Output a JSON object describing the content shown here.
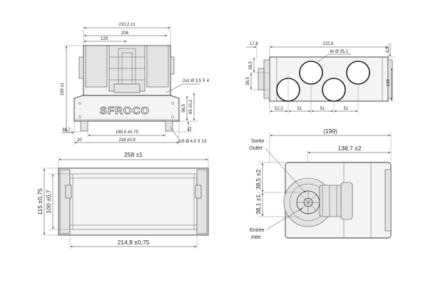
{
  "brand": "SFROCO",
  "front_view": {
    "dim_210_2": "210,2 ±1",
    "dim_206": "206",
    "dim_129": "129",
    "dim_159": "159 ±1",
    "dim_2x2": "2x2 Ø 3,5 ⊽ 4",
    "dim_56_5": "56,5",
    "dim_65": "65 ±0,2",
    "dim_38_7": "38,7",
    "dim_180_5": "180,5 ±0,75",
    "dim_11": "11",
    "dim_20": "20",
    "dim_218": "218 ±0,9",
    "dim_2x5": "2x5 Ø 4,5 ⊽ 13"
  },
  "top_right_view": {
    "dim_17_6": "17,6",
    "dim_222_8": "222,8",
    "dim_4x55": "4x Ø 55,1",
    "dim_3_5": "3,5",
    "dim_38_5_a": "38,5",
    "dim_38_5_b": "38,5",
    "dim_109": "109",
    "dim_52_3": "52,3",
    "dim_51_a": "51",
    "dim_51_b": "51",
    "dim_51_c": "51"
  },
  "bottom_left_view": {
    "dim_258": "258 ±1",
    "dim_115": "115 ±0,75",
    "dim_100": "100 ±0,7",
    "dim_214_8": "214,8 ±0,75"
  },
  "bottom_right_view": {
    "dim_199": "(199)",
    "dim_138_7": "138,7 ±2",
    "dim_38_1": "38,1 ±1",
    "dim_38_5": "38,5 ±2",
    "sortie": "Sortie",
    "outlet": "Outlet",
    "entree": "Entrée",
    "inlet": "Inlet"
  }
}
